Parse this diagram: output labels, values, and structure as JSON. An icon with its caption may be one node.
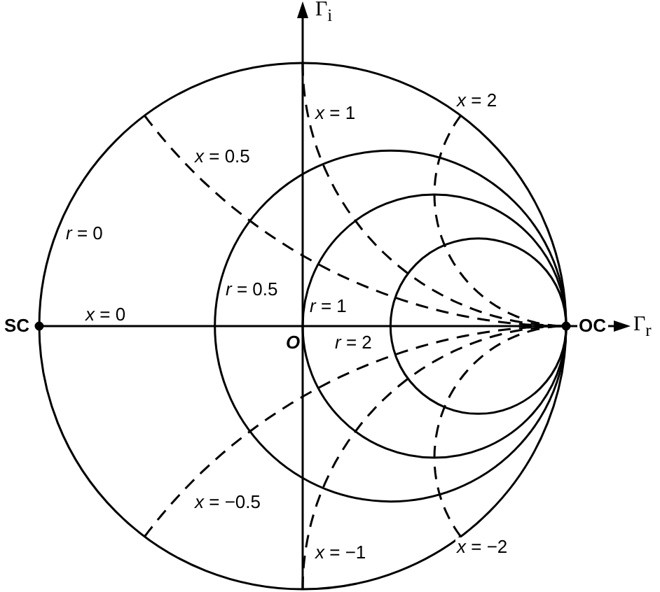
{
  "diagram": {
    "labels": [
      "Γ$_{i}$",
      "*x* = 1",
      "*x* = 2",
      "*x* = 0.5",
      "*r* = 0",
      "*r* = 0.5",
      "*r* = 1",
      "SC",
      "*x* = 0",
      "O",
      "*r* = 2",
      "OC",
      "Γ$_{r}$",
      "*x* = −0.5",
      "*x* = −1",
      "*x* = −2"
    ]
  }
}
